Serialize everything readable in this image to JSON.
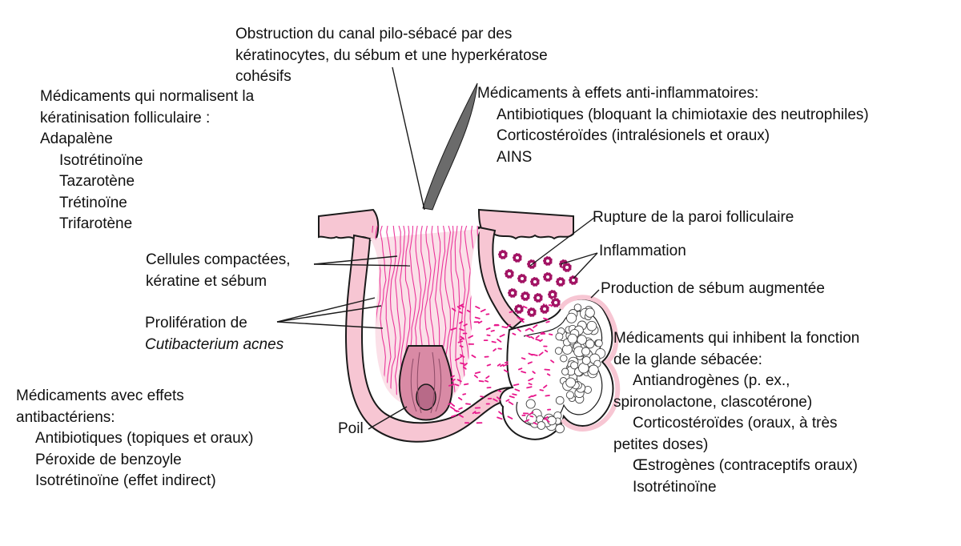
{
  "diagram": {
    "colors": {
      "skin": "#f7c6d3",
      "outline": "#1a1a1a",
      "keratin": "#e8188c",
      "bacteria": "#a21464",
      "papilla": "#d98aa5",
      "hair": "#6b6b6b"
    },
    "labels": {
      "obstruction": [
        "Obstruction du canal pilo-sébacé par des",
        "kératinocytes, du sébum et une hyperkératose",
        "cohésifs"
      ],
      "keratinisation": {
        "heading": [
          "Médicaments qui normalisent la",
          "kératinisation folliculaire :"
        ],
        "items": [
          "Adapalène",
          "Isotrétinoïne",
          "Tazarotène",
          "Trétinoïne",
          "Trifarotène"
        ]
      },
      "anti_inflammatory": {
        "heading": "Médicaments à effets  anti-inflammatoires:",
        "items": [
          "Antibiotiques (bloquant la chimiotaxie des neutrophiles)",
          "Corticostéroïdes (intralésionels et  oraux)",
          "AINS"
        ]
      },
      "rupture": "Rupture de la paroi folliculaire",
      "inflammation": "Inflammation",
      "sebum_production": "Production de sébum augmentée",
      "compacted_cells": [
        "Cellules compactées,",
        "kératine et sébum"
      ],
      "proliferation": [
        "Prolifération de",
        "Cutibacterium acnes"
      ],
      "sebaceous": {
        "heading": [
          "Médicaments qui inhibent la fonction",
          "de la glande sébacée:"
        ],
        "lines": [
          "Antiandrogènes (p. ex.,",
          "spironolactone, clascotérone)",
          "Corticostéroïdes (oraux, à très",
          "petites doses)",
          "Œstrogènes (contraceptifs oraux)",
          "Isotrétinoïne"
        ]
      },
      "antibacterial": {
        "heading": [
          "Médicaments avec effets",
          "antibactériens:"
        ],
        "items": [
          "Antibiotiques (topiques et  oraux)",
          "Péroxide de benzoyle",
          "Isotrétinoïne (effet indirect)"
        ]
      },
      "poil": "Poil"
    }
  }
}
